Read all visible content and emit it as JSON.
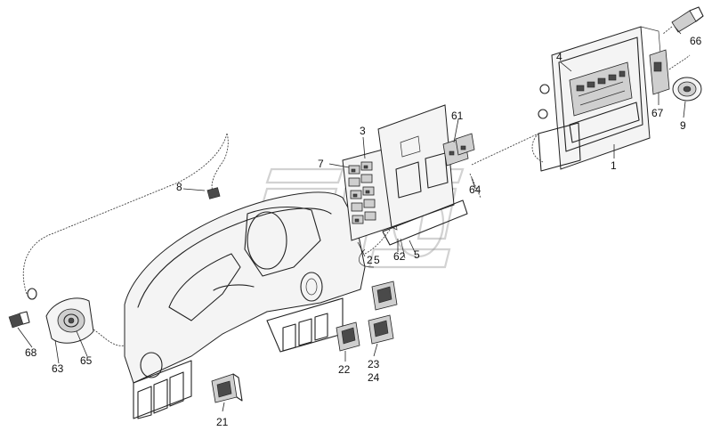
{
  "labels": {
    "l1": "1",
    "l3": "3",
    "l4": "4",
    "l5a": "5",
    "l5b": "5",
    "l7": "7",
    "l8": "8",
    "l9": "9",
    "l21": "21",
    "l22": "22",
    "l23": "23",
    "l24": "24",
    "l61": "61",
    "l62": "62",
    "l63": "63",
    "l64": "64",
    "l65": "65",
    "l66": "66",
    "l67": "67",
    "l68": "68"
  }
}
